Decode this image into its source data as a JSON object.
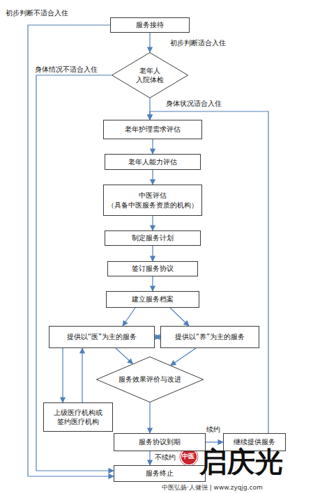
{
  "diagram": {
    "nodes": [
      {
        "text": [
          "服务接待"
        ]
      },
      {
        "text": [
          "老年人 入院体检"
        ]
      },
      {
        "text": [
          "老年护理需求评估"
        ]
      },
      {
        "text": [
          "老年人能力评估"
        ]
      },
      {
        "text": [
          "中医评估",
          "（具备中医服务资质的机构）"
        ]
      },
      {
        "text": [
          "制定服务计划"
        ]
      },
      {
        "text": [
          "签订服务协议"
        ]
      },
      {
        "text": [
          "建立服务档案"
        ]
      },
      {
        "text": [
          "提供以“医”为主的服务"
        ]
      },
      {
        "text": [
          "提供以“养”为主的服务"
        ]
      },
      {
        "text": [
          "服务效果评价与改进"
        ]
      },
      {
        "text": [
          "上级医疗机构或 签约医疗机构"
        ]
      },
      {
        "text": [
          "服务协议到期"
        ]
      },
      {
        "text": [
          "继续提供服务"
        ]
      },
      {
        "text": [
          "服务终止"
        ]
      }
    ],
    "edges": [
      {
        "from": 0,
        "to": 1,
        "arrow": "to",
        "label": "初步判断适合入住"
      },
      {
        "from": 0,
        "to": 14,
        "arrow": "to",
        "label": "初步判断不适合入住"
      },
      {
        "from": 1,
        "to": 14,
        "arrow": "to",
        "label": "身体情况不适合入住"
      },
      {
        "from": 1,
        "to": 2,
        "arrow": "to",
        "label": "身体状况适合入住"
      },
      {
        "from": 2,
        "to": 3,
        "arrow": "to"
      },
      {
        "from": 3,
        "to": 4,
        "arrow": "to"
      },
      {
        "from": 4,
        "to": 5,
        "arrow": "to"
      },
      {
        "from": 5,
        "to": 6,
        "arrow": "to"
      },
      {
        "from": 6,
        "to": 7,
        "arrow": "to"
      },
      {
        "from": 7,
        "to": 8,
        "arrow": "to"
      },
      {
        "from": 7,
        "to": 9,
        "arrow": "to"
      },
      {
        "from": 8,
        "to": 9,
        "arrow": "both"
      },
      {
        "from": 8,
        "to": 10,
        "arrow": "to"
      },
      {
        "from": 9,
        "to": 10,
        "arrow": "to"
      },
      {
        "from": 8,
        "to": 11,
        "arrow": "to"
      },
      {
        "from": 11,
        "to": 8,
        "arrow": "to"
      },
      {
        "from": 10,
        "to": 12,
        "arrow": "to"
      },
      {
        "from": 12,
        "to": 13,
        "arrow": "to",
        "label": "续约"
      },
      {
        "from": 13,
        "to": 2,
        "arrow": "to"
      },
      {
        "from": 12,
        "to": 14,
        "arrow": "to",
        "label": "不续约"
      }
    ],
    "labels": [
      "启庆光",
      "中医",
      "中医弘扬·人健强 | www.zyqjg.com"
    ]
  }
}
